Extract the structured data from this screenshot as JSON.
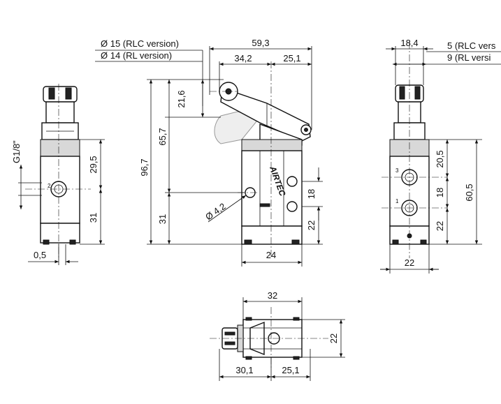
{
  "labels": {
    "dia_rlc": "Ø 15 (RLC version)",
    "dia_rl": "Ø 14 (RL version)",
    "right_rlc": "5 (RLC vers",
    "right_rl": "9 (RL versi",
    "port_thread": "G1/8\"",
    "brand": "AIRTEC"
  },
  "dimensions": {
    "d_59_3": "59,3",
    "d_34_2": "34,2",
    "d_25_1_top": "25,1",
    "d_21_6": "21,6",
    "d_65_7": "65,7",
    "d_96_7": "96,7",
    "d_31_front": "31",
    "d_4_2": "Ø 4,2",
    "d_18_front": "18",
    "d_22_front": "22",
    "d_24": "24",
    "d_29_5": "29,5",
    "d_31_left": "31",
    "d_0_5": "0,5",
    "d_18_4": "18,4",
    "d_20_5": "20,5",
    "d_18_right": "18",
    "d_22_right": "22",
    "d_60_5": "60,5",
    "d_22_bottom": "22",
    "d_32": "32",
    "d_22_plan": "22",
    "d_30_1": "30,1",
    "d_25_1_bottom": "25,1"
  },
  "ports": {
    "left_port": "2",
    "right_port_top": "3",
    "right_port_bottom": "1"
  }
}
